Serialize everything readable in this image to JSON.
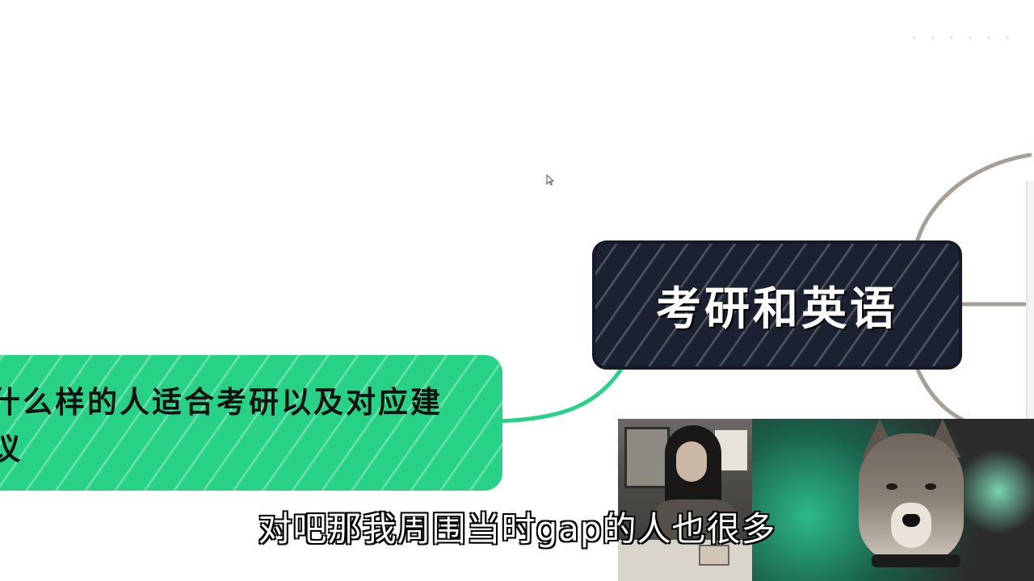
{
  "mindmap": {
    "center_node": {
      "label": "考研和英语",
      "bg_color": "#1b2130"
    },
    "left_node": {
      "label": "什么样的人适合考研以及对应建议",
      "bg_color": "#27d287"
    },
    "connector_colors": {
      "left_branch": "#27d287",
      "right_branches": "#a59f95"
    }
  },
  "watermark": {
    "text": "· · · ·  · ·"
  },
  "subtitle": {
    "text": "对吧那我周围当时gap的人也很多"
  },
  "webcam": {
    "panels": [
      "room-view",
      "dog-view"
    ]
  }
}
